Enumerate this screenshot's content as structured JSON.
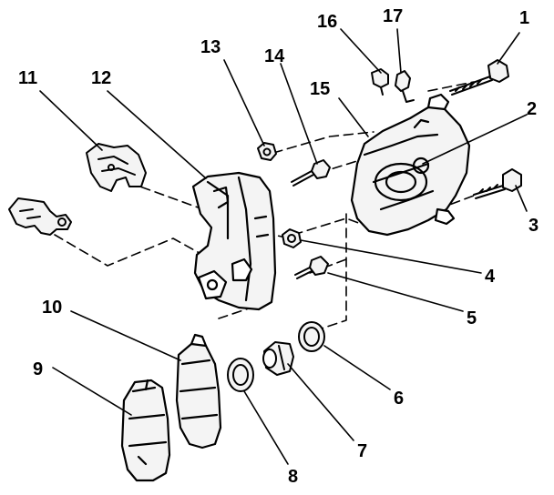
{
  "diagram": {
    "callouts": {
      "c1": "1",
      "c2": "2",
      "c3": "3",
      "c4": "4",
      "c5": "5",
      "c6": "6",
      "c7": "7",
      "c8": "8",
      "c9": "9",
      "c10": "10",
      "c11": "11",
      "c12": "12",
      "c13": "13",
      "c14": "14",
      "c15": "15",
      "c16": "16",
      "c17": "17"
    },
    "colors": {
      "ink": "#000000",
      "paper": "#ffffff",
      "fill": "#f4f4f4"
    }
  }
}
